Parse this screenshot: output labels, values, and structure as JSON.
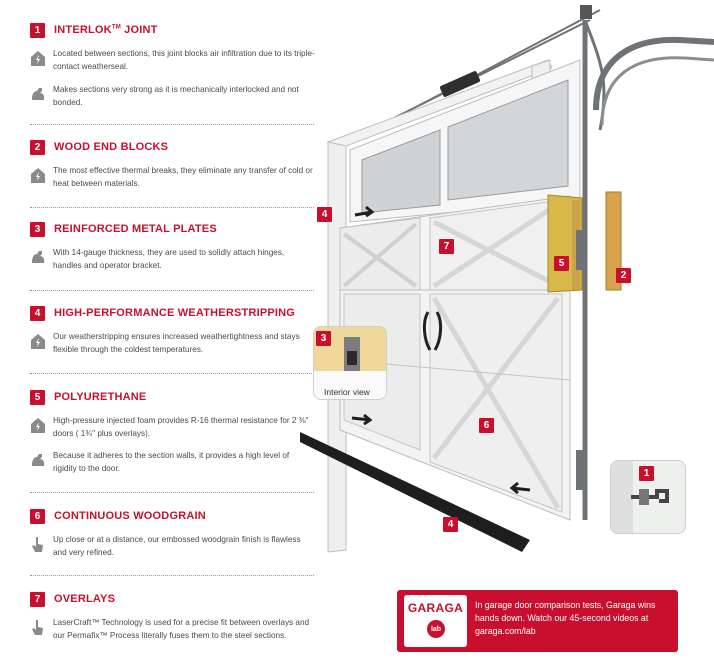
{
  "sections": [
    {
      "num": "1",
      "title": "INTERLOK",
      "title_sup": "TM",
      "title_after": " JOINT",
      "items": [
        {
          "icon": "house-bolt-icon",
          "text": "Located between sections, this joint blocks air infiltration due to its triple-contact weatherseal."
        },
        {
          "icon": "strong-arm-icon",
          "text": "Makes sections very strong as it is mechanically interlocked and not bonded."
        }
      ]
    },
    {
      "num": "2",
      "title": "WOOD END BLOCKS",
      "items": [
        {
          "icon": "house-bolt-icon",
          "text": "The most effective thermal breaks, they eliminate any transfer of cold or heat between materials."
        }
      ]
    },
    {
      "num": "3",
      "title": "REINFORCED METAL PLATES",
      "items": [
        {
          "icon": "strong-arm-icon",
          "text": "With 14-gauge thickness, they are used to solidly attach hinges, handles and operator bracket."
        }
      ]
    },
    {
      "num": "4",
      "title": "HIGH-PERFORMANCE WEATHERSTRIPPING",
      "items": [
        {
          "icon": "house-bolt-icon",
          "text": "Our weatherstripping ensures increased weathertightness and stays flexible through the coldest temperatures."
        }
      ]
    },
    {
      "num": "5",
      "title": "POLYURETHANE",
      "items": [
        {
          "icon": "house-bolt-icon",
          "text": "High-pressure injected foam provides R-16 thermal resistance for 2 ⅜\" doors ( 1¾\" plus overlays)."
        },
        {
          "icon": "strong-arm-icon",
          "text": "Because it adheres to the section walls, it provides a high level of rigidity to the door."
        }
      ]
    },
    {
      "num": "6",
      "title": "CONTINUOUS WOODGRAIN",
      "items": [
        {
          "icon": "hand-touch-icon",
          "text": "Up close or at a distance, our embossed woodgrain finish is flawless and very refined."
        }
      ]
    },
    {
      "num": "7",
      "title": "OVERLAYS",
      "items": [
        {
          "icon": "hand-touch-icon",
          "text": "LaserCraft™ Technology is used for a precise fit between overlays and our Permafix™ Process literally fuses them to the steel sections."
        }
      ]
    }
  ],
  "figure": {
    "callouts": [
      "4",
      "7",
      "5",
      "2",
      "3",
      "6",
      "1",
      "4"
    ],
    "interior_label": "Interior view"
  },
  "promo": {
    "logo": "GARAGA",
    "logo_sub": "lab",
    "text": "In garage door comparison tests, Garaga wins hands down. Watch our 45-second videos at garaga.com/lab"
  },
  "colors": {
    "accent": "#c8102e",
    "text": "#4a4a4a",
    "track": "#6f7377"
  }
}
